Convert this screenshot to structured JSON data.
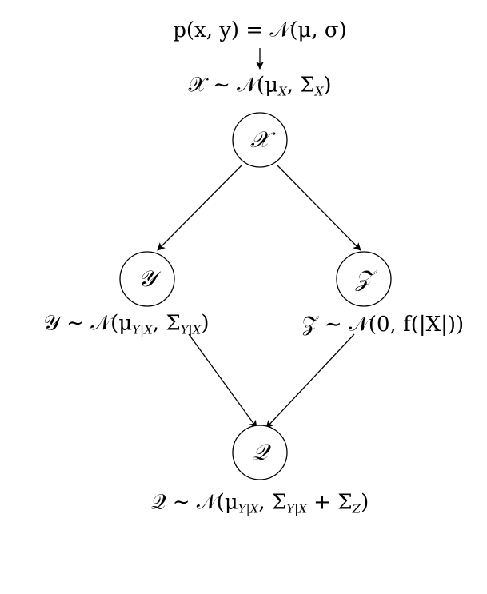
{
  "labels": {
    "joint": "p(x, y) = 𝒩(μ, σ)",
    "x_dist": "𝒳 ∼ 𝒩(μ_X, Σ_X)",
    "y_dist": "𝒴 ∼ 𝒩(μ_{Y|X}, Σ_{Y|X})",
    "z_dist": "𝒵 ∼ 𝒩(0, f(|X|))",
    "q_dist": "𝒬 ∼ 𝒩(μ_{Y|X}, Σ_{Y|X} + Σ_Z)"
  },
  "nodes": {
    "x": "𝒳",
    "y": "𝒴",
    "z": "𝒵",
    "q": "𝒬"
  }
}
